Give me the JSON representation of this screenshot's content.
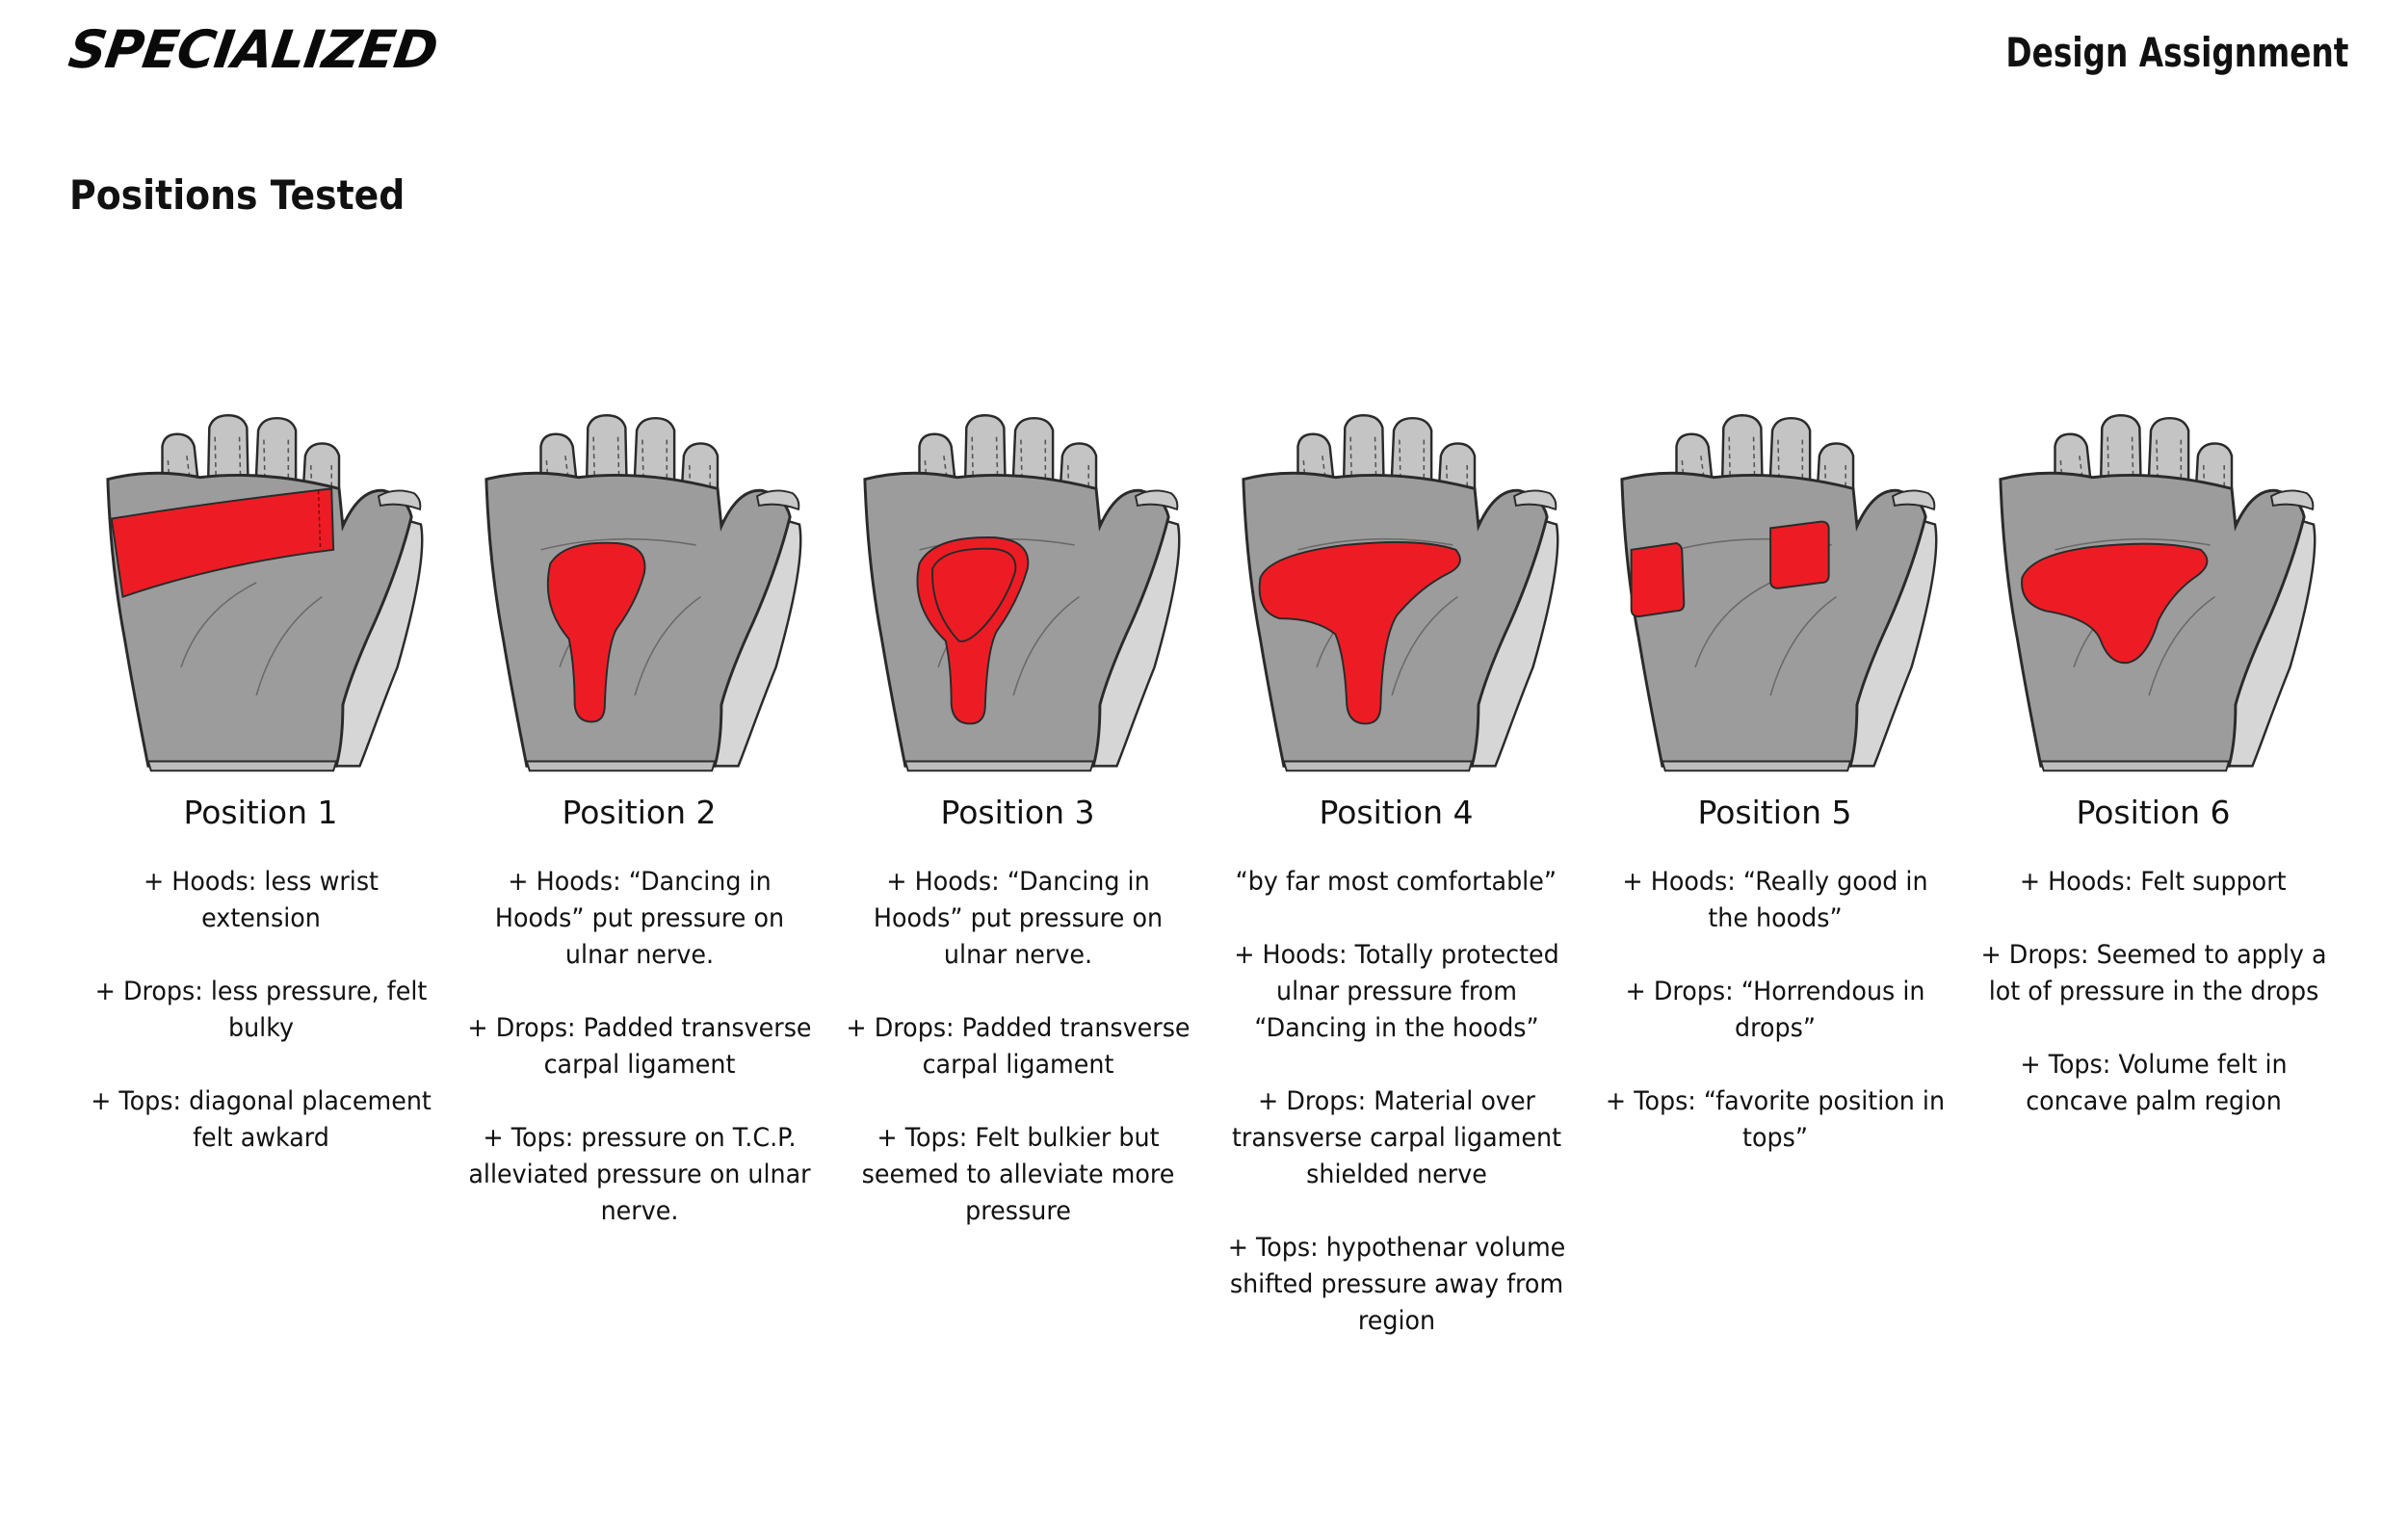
{
  "header": {
    "brand": "SPECIALIZED",
    "doc_label": "Design Assignment"
  },
  "section_title": "Positions Tested",
  "colors": {
    "pad": "#ed1c24",
    "glove_fill": "#9c9c9c",
    "glove_side": "#d6d6d6",
    "outline": "#2a2a2a"
  },
  "positions": [
    {
      "title": "Position 1",
      "notes": [
        "+ Hoods: less wrist extension",
        "+ Drops: less pressure, felt bulky",
        "+ Tops: diagonal placement felt awkard"
      ]
    },
    {
      "title": "Position 2",
      "notes": [
        "+ Hoods: “Dancing in Hoods” put pressure on ulnar nerve.",
        "+ Drops: Padded transverse carpal ligament",
        "+ Tops: pressure on T.C.P. alleviated pressure on ulnar nerve."
      ]
    },
    {
      "title": "Position 3",
      "notes": [
        "+ Hoods: “Dancing in Hoods” put pressure on ulnar nerve.",
        "+ Drops: Padded transverse carpal ligament",
        "+ Tops: Felt bulkier but seemed to alleviate more pressure"
      ]
    },
    {
      "title": "Position 4",
      "notes": [
        "“by far most comfortable”",
        "+ Hoods: Totally protected ulnar pressure from “Dancing in the hoods”",
        "+ Drops: Material over transverse carpal ligament shielded nerve",
        "+ Tops: hypothenar volume shifted pressure away from region"
      ]
    },
    {
      "title": "Position 5",
      "notes": [
        "+ Hoods: “Really good in the hoods”",
        "+ Drops: “Horrendous in drops”",
        "+ Tops: “favorite position in tops”"
      ]
    },
    {
      "title": "Position 6",
      "notes": [
        "+ Hoods: Felt support",
        "+ Drops: Seemed to apply a lot of pressure in the drops",
        "+ Tops: Volume felt in concave palm region"
      ]
    }
  ]
}
